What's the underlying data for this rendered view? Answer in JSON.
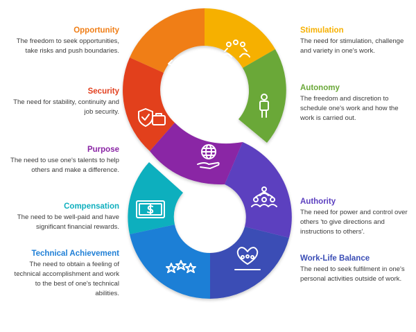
{
  "left_items": [
    {
      "title": "Opportunity",
      "desc": "The freedom to seek opportunities, take risks and push boundaries.",
      "color": "#F07E16"
    },
    {
      "title": "Security",
      "desc": "The need for stability, continuity and job security.",
      "color": "#E2401F"
    },
    {
      "title": "Purpose",
      "desc": "The need to use one's talents to help others and make a difference.",
      "color": "#8A25A5"
    },
    {
      "title": "Compensation",
      "desc": "The need to be well-paid and have significant financial rewards.",
      "color": "#0FAFBE"
    },
    {
      "title": "Technical Achievement",
      "desc": "The need to obtain a feeling of technical accomplishment and work to the best of one's technical abilities.",
      "color": "#1F7FD6"
    }
  ],
  "right_items": [
    {
      "title": "Stimulation",
      "desc": "The need for stimulation, challenge and variety in one's work.",
      "color": "#F6B000"
    },
    {
      "title": "Autonomy",
      "desc": "The freedom and discretion to schedule one's work and how the work is carried out.",
      "color": "#6AA839"
    },
    {
      "title": "Authority",
      "desc": "The need for power and control over others 'to give directions and instructions to others'.",
      "color": "#5B3FBF"
    },
    {
      "title": "Work-Life Balance",
      "desc": "The need to seek fulfilment in one's personal activities outside of work.",
      "color": "#3A4DB5"
    }
  ],
  "icons": [
    "rocket-icon",
    "juggling-hands-icon",
    "person-icon",
    "shield-briefcase-icon",
    "globe-hand-icon",
    "team-network-icon",
    "dollar-bill-icon",
    "stars-icon",
    "heart-people-icon"
  ]
}
